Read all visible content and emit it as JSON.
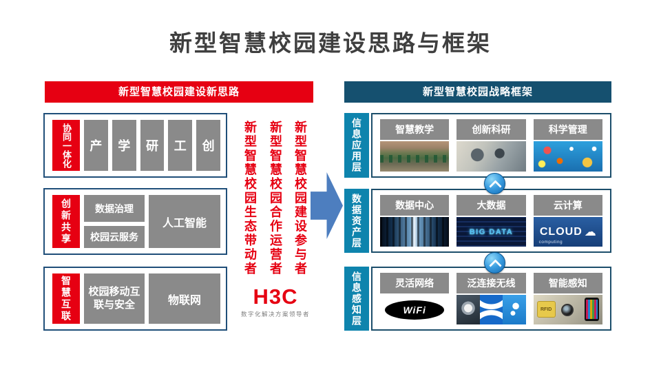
{
  "title": "新型智慧校园建设思路与框架",
  "left_panel": {
    "header": "新型智慧校园建设新思路",
    "group1": {
      "label": "协同一体化",
      "items": [
        "产",
        "学",
        "研",
        "工",
        "创"
      ]
    },
    "group2": {
      "label": "创新共享",
      "stack_top": "数据治理",
      "stack_bottom": "校园云服务",
      "big": "人工智能"
    },
    "group3": {
      "label": "智慧互联",
      "middle": "校园移动互联与安全",
      "right": "物联网"
    }
  },
  "middle": {
    "slogans": [
      "新型智慧校园生态带动者",
      "新型智慧校园合作运营者",
      "新型智慧校园建设参与者"
    ],
    "logo": "H3C",
    "logo_tagline": "数字化解决方案领导者"
  },
  "right_panel": {
    "header": "新型智慧校园战略框架",
    "layers": [
      {
        "label": "信息应用层",
        "items": [
          "智慧教学",
          "创新科研",
          "科学管理"
        ]
      },
      {
        "label": "数据资产层",
        "items": [
          "数据中心",
          "大数据",
          "云计算"
        ]
      },
      {
        "label": "信息感知层",
        "items": [
          "灵活网络",
          "泛连接无线",
          "智能感知"
        ]
      }
    ],
    "image_text": {
      "bigdata": "BIG DATA",
      "cloud": "CLOUD",
      "cloud_sub": "computing",
      "wifi": "WiFi",
      "rfid": "RFID"
    }
  },
  "colors": {
    "red": "#e60012",
    "banner": "#15506f",
    "teal": "#0e84ad",
    "gray": "#8a8a8a",
    "arrow": "#4d7ebf",
    "border": "#1f4e79",
    "titletext": "#3f3f3f"
  }
}
